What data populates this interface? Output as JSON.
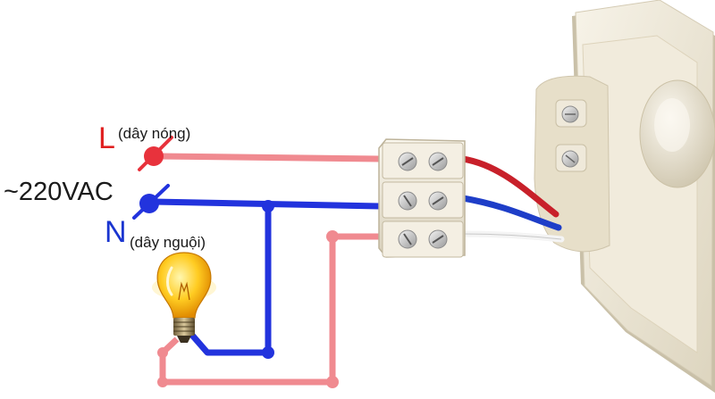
{
  "labels": {
    "live_letter": "L",
    "live_note": "(dây nóng)",
    "voltage": "~220VAC",
    "neutral_letter": "N",
    "neutral_note": "(dây nguội)"
  },
  "colors": {
    "live": "#e8323c",
    "live_pale": "#f08a90",
    "neutral": "#2233dd",
    "neutral_pale": "#7a86ee",
    "live_text": "#e02020",
    "neutral_text": "#1a35d0",
    "sensor_body": "#ede6d2",
    "terminal_block": "#f1ece0"
  },
  "icons": {
    "lamp": "light-bulb-icon",
    "sensor": "motion-sensor-icon",
    "terminals": "terminal-block-icon"
  }
}
